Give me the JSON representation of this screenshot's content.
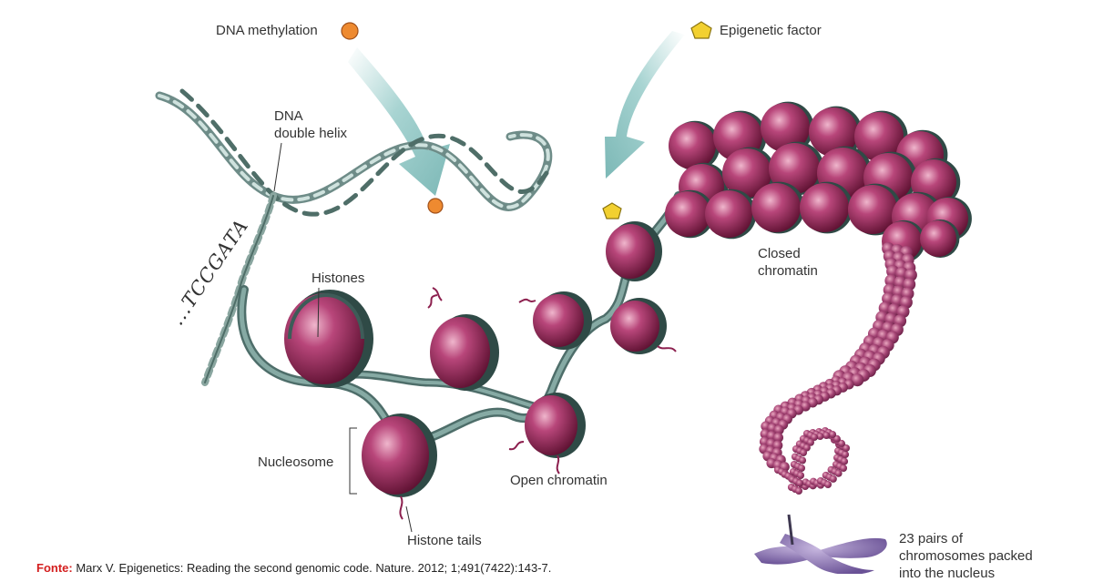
{
  "labels": {
    "dna_methylation": "DNA methylation",
    "epigenetic_factor": "Epigenetic factor",
    "dna_double_helix_line1": "DNA",
    "dna_double_helix_line2": "double helix",
    "histones": "Histones",
    "nucleosome": "Nucleosome",
    "histone_tails": "Histone tails",
    "open_chromatin": "Open chromatin",
    "closed_chromatin_line1": "Closed",
    "closed_chromatin_line2": "chromatin",
    "chromosomes_line1": "23 pairs of",
    "chromosomes_line2": "chromosomes packed",
    "chromosomes_line3": "into the nucleus"
  },
  "sequence_text": "...TCCGATA",
  "source": {
    "prefix": "Fonte:",
    "citation": "Marx V. Epigenetics: Reading the second genomic code. Nature. 2012; 1;491(7422):143-7."
  },
  "colors": {
    "histone": "#a03060",
    "histone_dark": "#6a1a3e",
    "dna": "#6f9c94",
    "arrow": "#a8d4d2",
    "methyl_marker": "#ee8a30",
    "factor_marker": "#f2d030",
    "chromosome": "#8a72b2",
    "source_label": "#d42020"
  }
}
